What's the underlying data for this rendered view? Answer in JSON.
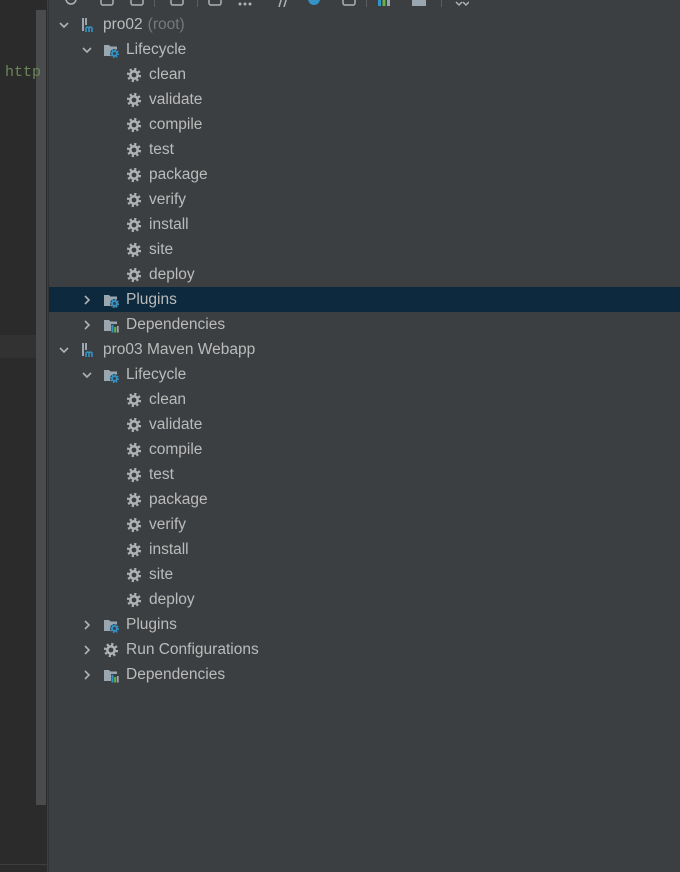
{
  "editor": {
    "visible_text": "http"
  },
  "toolbar": {
    "icons": [
      "reload-icon",
      "generate-sources-icon",
      "add-project-icon",
      "download-icon",
      "run-icon",
      "execute-goal-icon",
      "toggle-offline-icon",
      "skip-tests-icon",
      "tool-icon",
      "show-dependencies-icon",
      "settings-icon",
      "expand-collapse-icon"
    ]
  },
  "tree": {
    "projects": [
      {
        "label": "pro02",
        "suffix": "(root)",
        "icon": "maven-project-icon",
        "expanded": true,
        "nodes": [
          {
            "label": "Lifecycle",
            "icon": "lifecycle-folder-icon",
            "expanded": true,
            "goal_icon": "gear-icon",
            "goals": [
              "clean",
              "validate",
              "compile",
              "test",
              "package",
              "verify",
              "install",
              "site",
              "deploy"
            ]
          },
          {
            "label": "Plugins",
            "icon": "plugins-folder-icon",
            "expanded": false,
            "selected": true
          },
          {
            "label": "Dependencies",
            "icon": "dependencies-folder-icon",
            "expanded": false
          }
        ]
      },
      {
        "label": "pro03 Maven Webapp",
        "icon": "maven-project-icon",
        "expanded": true,
        "nodes": [
          {
            "label": "Lifecycle",
            "icon": "lifecycle-folder-icon",
            "expanded": true,
            "goal_icon": "gear-icon",
            "goals": [
              "clean",
              "validate",
              "compile",
              "test",
              "package",
              "verify",
              "install",
              "site",
              "deploy"
            ]
          },
          {
            "label": "Plugins",
            "icon": "plugins-folder-icon",
            "expanded": false
          },
          {
            "label": "Run Configurations",
            "icon": "run-configurations-icon",
            "expanded": false
          },
          {
            "label": "Dependencies",
            "icon": "dependencies-folder-icon",
            "expanded": false
          }
        ]
      }
    ]
  },
  "colors": {
    "panel_background": "#3c3f41",
    "editor_background": "#2b2b2b",
    "selection": "#0d293e",
    "text": "#bbbbbb",
    "muted_text": "#787878",
    "editor_string": "#6a8759",
    "accent_blue": "#3592c4"
  }
}
